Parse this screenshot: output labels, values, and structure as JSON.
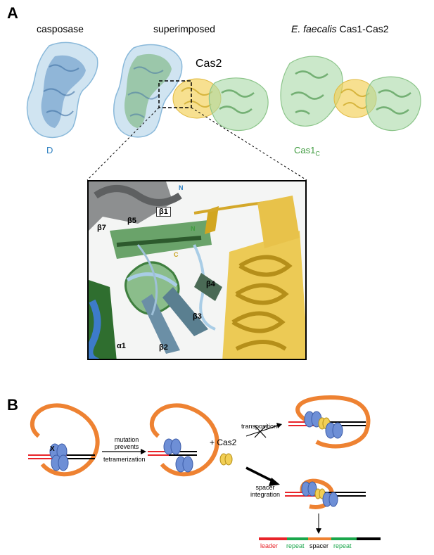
{
  "panel_a": {
    "letter": "A",
    "header_casposase": "casposase",
    "header_superimposed": "superimposed",
    "header_ef_italic": "E. faecalis",
    "header_ef_rest": " Cas1-Cas2",
    "label_cas2": "Cas2",
    "label_d": "D",
    "label_cas1": "Cas1",
    "label_cas1_sub": "C",
    "inset_labels": {
      "n_blue": "N",
      "b1": "β1",
      "b7": "β7",
      "b5": "β5",
      "n_green": "N",
      "c_yellow": "C",
      "b4": "β4",
      "b3": "β3",
      "a1": "α1",
      "b2": "β2"
    }
  },
  "panel_b": {
    "letter": "B",
    "x_mark": "X",
    "mutation_line1": "mutation",
    "mutation_line2": "prevents",
    "mutation_line3": "tetramerization",
    "plus_cas2": "+ Cas2",
    "transposition": "transposition",
    "spacer_line1": "spacer",
    "spacer_line2": "integration",
    "bar_labels": {
      "leader": "leader",
      "repeat1": "repeat",
      "spacer": "spacer",
      "repeat2": "repeat"
    }
  },
  "colors": {
    "casposase_blue": "#a9cde6",
    "cas1_green": "#7cbf7a",
    "cas2_yellow": "#f2cf55",
    "plasmid_orange": "#ee8232",
    "leader_red": "#e8242a",
    "repeat_green": "#1aa64b",
    "spacer_orange": "#ee8232",
    "label_blue": "#2c7fc0",
    "label_green": "#3f9b3f",
    "label_yellow": "#c9a21b"
  }
}
